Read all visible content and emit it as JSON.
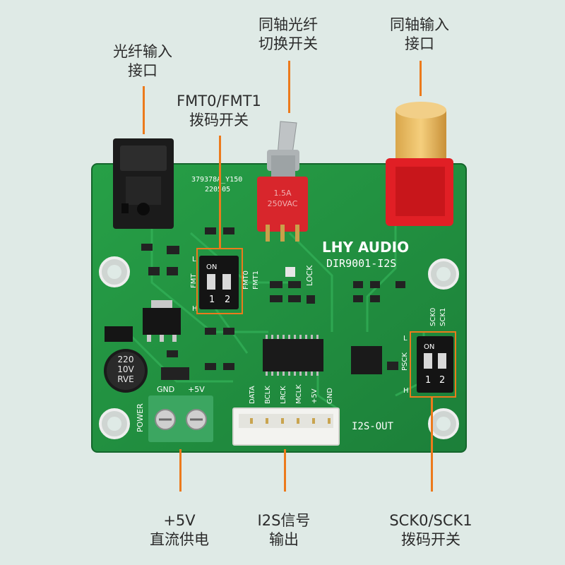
{
  "callouts": {
    "optical_input": [
      "光纤输入",
      "接口"
    ],
    "fmt_switch": [
      "FMT0/FMT1",
      "拨码开关"
    ],
    "coax_optical_switch": [
      "同轴光纤",
      "切换开关"
    ],
    "coax_input": [
      "同轴输入",
      "接口"
    ],
    "dc_power": [
      "+5V",
      "直流供电"
    ],
    "i2s_output": [
      "I2S信号",
      "输出"
    ],
    "sck_switch": [
      "SCK0/SCK1",
      "拨码开关"
    ]
  },
  "pcb": {
    "board_code": "379378A_Y150",
    "board_date": "220505",
    "brand": "LHY AUDIO",
    "model": "DIR9001-I2S",
    "toggle_text_1": "1.5A",
    "toggle_text_2": "250VAC",
    "fmt_labels": [
      "FMT0",
      "FMT1"
    ],
    "lock_label": "LOCK",
    "sck_labels": [
      "SCK0",
      "SCK1"
    ],
    "pscx_label": "PSCK",
    "dip_on": "ON",
    "dip_nums": [
      "1",
      "2"
    ],
    "dip_L": "L",
    "dip_H": "H",
    "fmt_side": "FMT",
    "power_label": "POWER",
    "gnd_label": "GND",
    "plus5v_label": "+5V",
    "cap_text": [
      "220",
      "10V",
      "RVE"
    ],
    "i2s_pins": [
      "DATA",
      "BCLK",
      "LRCK",
      "MCLK",
      "+5V",
      "GND"
    ],
    "i2s_out_label": "I2S-OUT"
  },
  "colors": {
    "pcb_green": "#1f8a3e",
    "accent_orange": "#ec7a1c",
    "background": "#dfeae6"
  }
}
